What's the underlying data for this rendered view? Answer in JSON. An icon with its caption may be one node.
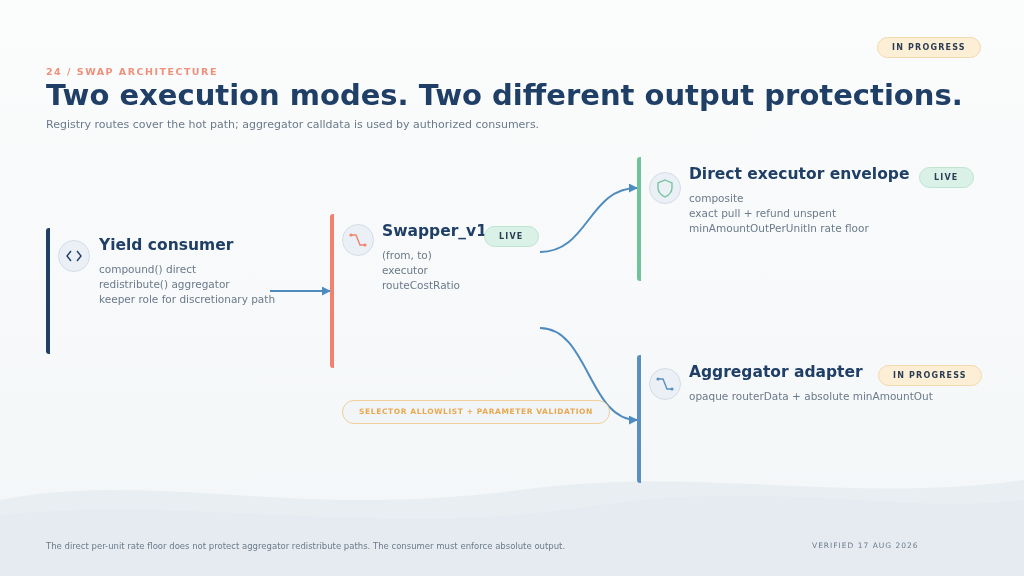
{
  "diagram": {
    "title": "Two execution modes. Two different output protections.",
    "caption": "The direct per-unit rate floor does not protect aggregator redistribute paths. The consumer must enforce absolute output.",
    "nodes": [
      {
        "text": [
          "Yield consumer",
          "compound() direct",
          "redistribute() aggregator",
          "keeper role for discretionary path"
        ]
      },
      {
        "text": [
          "Swapper_v1",
          "LIVE",
          "(from, to)",
          "executor",
          "routeCostRatio"
        ]
      },
      {
        "text": [
          "Direct executor envelope",
          "LIVE",
          "composite",
          "exact pull + refund unspent",
          "minAmountOutPerUnitIn rate floor"
        ]
      },
      {
        "text": [
          "Aggregator adapter",
          "IN PROGRESS",
          "opaque routerData + absolute minAmountOut"
        ]
      },
      {
        "text": [
          "SELECTOR ALLOWLIST + PARAMETER VALIDATION"
        ]
      }
    ],
    "edges": [
      {
        "from": 0,
        "to": 1,
        "arrow": "to"
      },
      {
        "from": 1,
        "to": 2,
        "arrow": "to"
      },
      {
        "from": 1,
        "to": 3,
        "arrow": "to"
      }
    ],
    "labels": [
      "IN PROGRESS",
      "24 / SWAP ARCHITECTURE",
      "Registry routes cover the hot path; aggregator calldata is used by authorized consumers.",
      "VERIFIED 17 AUG 2026"
    ]
  }
}
